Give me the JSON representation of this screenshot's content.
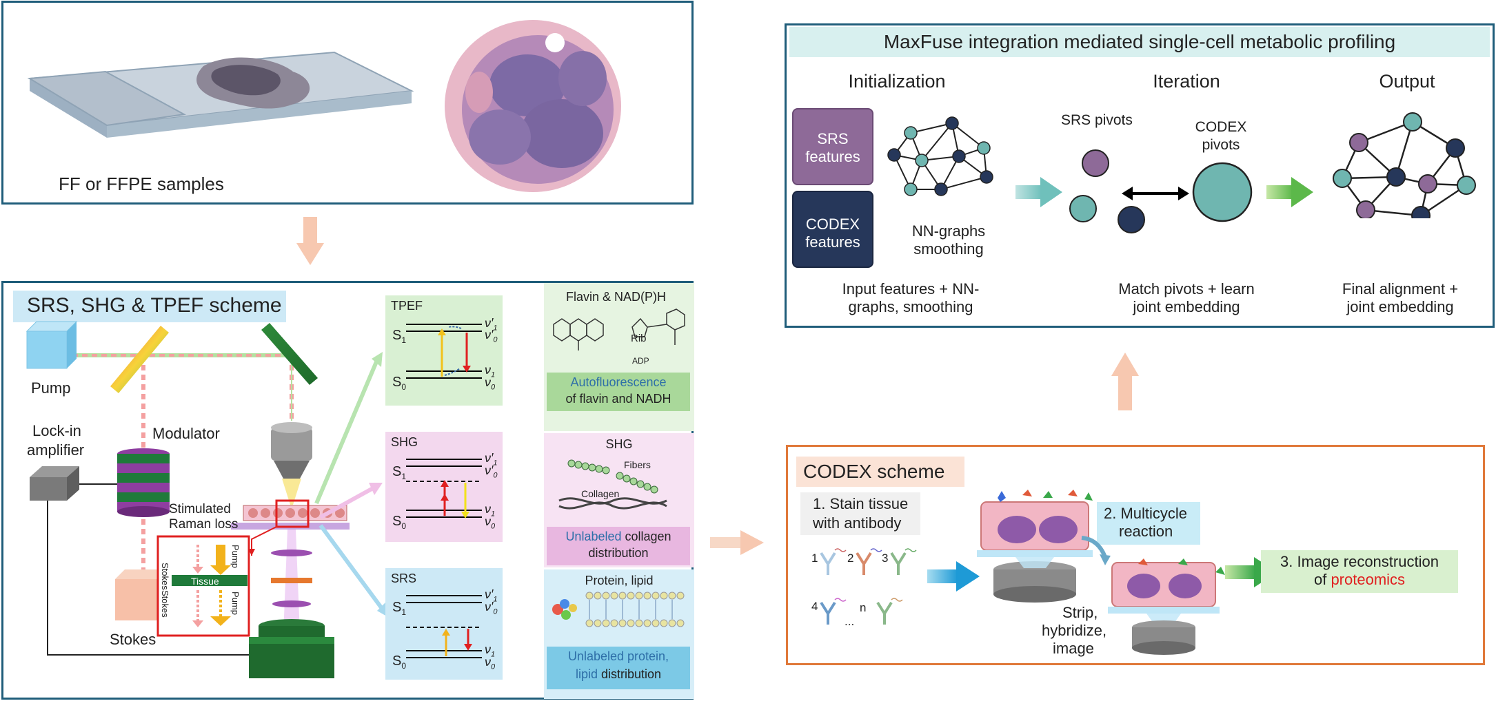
{
  "samples": {
    "caption": "FF or FFPE samples"
  },
  "scheme": {
    "title": "SRS, SHG & TPEF scheme",
    "pump": "Pump",
    "lockin_line1": "Lock-in",
    "lockin_line2": "amplifier",
    "modulator": "Modulator",
    "stimulated_line1": "Stimulated",
    "stimulated_line2": "Raman loss",
    "stokes": "Stokes",
    "inset_stokes": "Stokes",
    "inset_pump": "Pump",
    "inset_tissue": "Tissue"
  },
  "energy": {
    "tpef_title": "TPEF",
    "shg_title": "SHG",
    "srs_title": "SRS",
    "s1": "S",
    "s1_sub": "1",
    "s0": "S",
    "s0_sub": "0",
    "v1p": "ν′",
    "v1p_sub": "1",
    "v0p": "ν′",
    "v0p_sub": "0",
    "v1": "ν",
    "v1_sub": "1",
    "v0": "ν",
    "v0_sub": "0"
  },
  "info": {
    "flavin_title": "Flavin & NAD(P)H",
    "rib": "Rib",
    "adp": "ADP",
    "auto_line1": "Autofluorescence",
    "auto_line2": "of flavin and NADH",
    "shg_title": "SHG",
    "fibers": "Fibers",
    "collagen": "Collagen",
    "shg_caption_colored": "Unlabeled",
    "shg_caption_rest": " collagen",
    "shg_caption_line2": "distribution",
    "protein_title": "Protein, lipid",
    "srs_caption_line1": "Unlabeled protein,",
    "srs_caption_colored": "lipid",
    "srs_caption_rest": "  distribution"
  },
  "maxfuse": {
    "title": "MaxFuse integration mediated single-cell metabolic profiling",
    "init_title": "Initialization",
    "iter_title": "Iteration",
    "output_title": "Output",
    "srs_box_line1": "SRS",
    "srs_box_line2": "features",
    "codex_box_line1": "CODEX",
    "codex_box_line2": "features",
    "nn_line1": "NN-graphs",
    "nn_line2": "smoothing",
    "srs_pivots": "SRS pivots",
    "codex_pivots_line1": "CODEX",
    "codex_pivots_line2": "pivots",
    "init_caption_line1": "Input features + NN-",
    "init_caption_line2": "graphs, smoothing",
    "iter_caption_line1": "Match pivots + learn",
    "iter_caption_line2": "joint embedding",
    "output_caption_line1": "Final alignment +",
    "output_caption_line2": "joint embedding"
  },
  "codex": {
    "title": "CODEX scheme",
    "step1_line1": "1. Stain tissue",
    "step1_line2": "with antibody",
    "ab1": "1",
    "ab2": "2",
    "ab3": "3",
    "ab4": "4",
    "abn": "n",
    "ellipsis": "...",
    "step2_line1": "2. Multicycle",
    "step2_line2": "reaction",
    "strip_line1": "Strip,",
    "strip_line2": "hybridize,",
    "strip_line3": "image",
    "step3_line1": "3. Image reconstruction",
    "step3_prefix": "of ",
    "step3_colored": "proteomics"
  },
  "colors": {
    "panel_border": "#1f5d7a",
    "codex_border": "#e0793a",
    "arrow_peach": "#f7c8b0",
    "tpef_bg": "#d9f0d3",
    "shg_bg": "#f3d8ee",
    "srs_bg": "#cde9f6",
    "mf_title_bg": "#d8f0ef",
    "srs_purple": "#8e6a98",
    "codex_navy": "#26375a",
    "teal": "#6fb6b0"
  }
}
